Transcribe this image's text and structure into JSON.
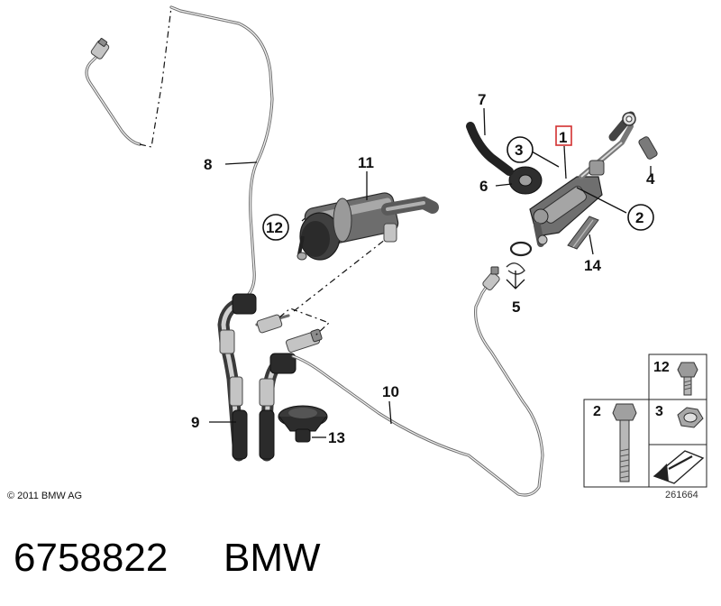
{
  "callouts": {
    "c1": "1",
    "c2": "2",
    "c3": "3",
    "c4": "4",
    "c5": "5",
    "c6": "6",
    "c7": "7",
    "c8": "8",
    "c9": "9",
    "c10": "10",
    "c11": "11",
    "c12": "12",
    "c13": "13",
    "c14": "14"
  },
  "legend": {
    "item_12": "12",
    "item_2": "2",
    "item_3": "3",
    "ref_number": "261664"
  },
  "copyright": "© 2011 BMW AG",
  "footer": {
    "part_number": "6758822",
    "brand": "BMW"
  },
  "colors": {
    "highlight_box": "#d23030",
    "line": "#111111"
  },
  "icons": [
    "bolt-icon",
    "hex-nut-icon",
    "direction-arrow-icon"
  ]
}
